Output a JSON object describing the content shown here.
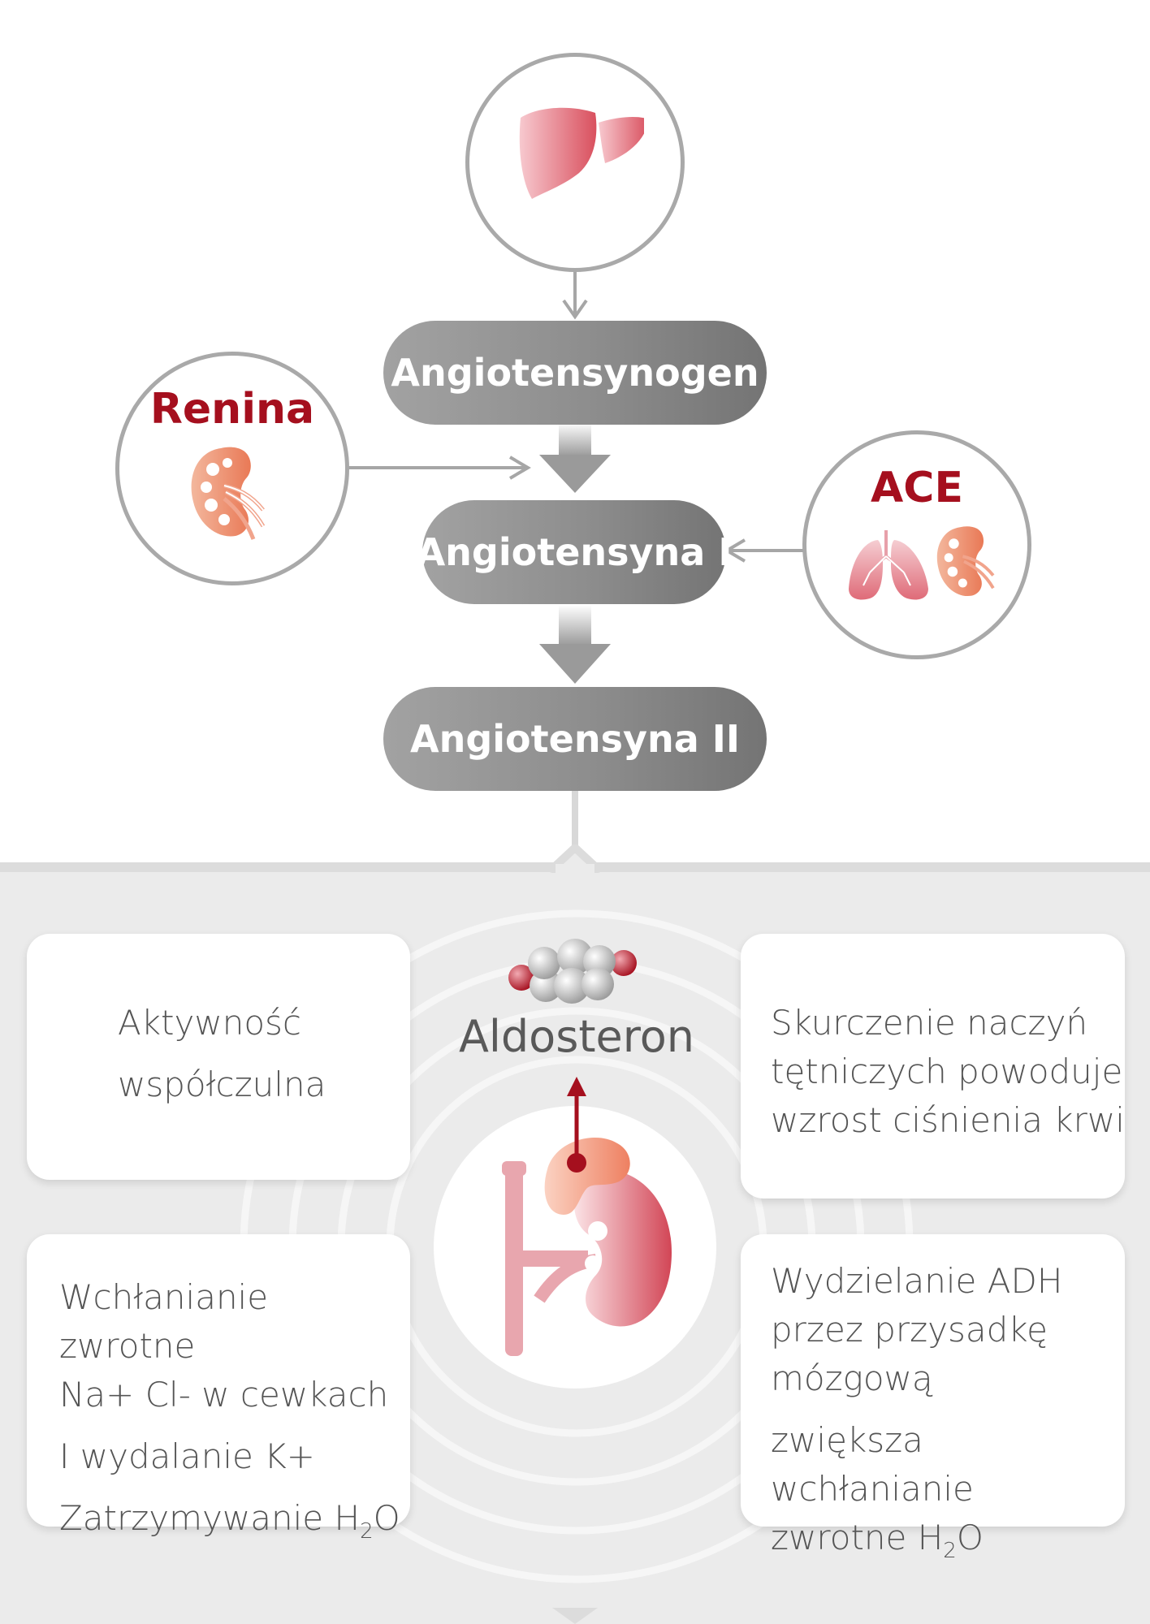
{
  "top_circle": {
    "icon": "liver-icon"
  },
  "renin_circle": {
    "label": "Renina",
    "icon": "kidney-icon"
  },
  "ace_circle": {
    "label": "ACE",
    "icons": [
      "lungs-icon",
      "kidney-icon"
    ]
  },
  "steps": [
    {
      "label": "Angiotensynogen"
    },
    {
      "label": "Angiotensyna I"
    },
    {
      "label": "Angiotensyna II"
    }
  ],
  "aldosterone": {
    "label": "Aldosteron",
    "icon": "molecule-icon",
    "organ_icon": "adrenal-kidney-icon"
  },
  "cards": {
    "top_left": {
      "line1": "Aktywność",
      "line2": "współczulna"
    },
    "bottom_left": {
      "line1": "Wchłanianie zwrotne",
      "line2": "Na+ Cl- w cewkach",
      "line3": "I wydalanie K+",
      "line4_pre": "Zatrzymywanie H",
      "line4_sub": "2",
      "line4_post": "O"
    },
    "top_right": {
      "line1": "Skurczenie naczyń",
      "line2": "tętniczych powoduje",
      "line3": "wzrost ciśnienia krwi"
    },
    "bottom_right": {
      "line1": "Wydzielanie ADH",
      "line2": "przez przysadkę",
      "line3": "mózgową",
      "line4": "zwiększa wchłanianie",
      "line5_pre": "zwrotne H",
      "line5_sub": "2",
      "line5_post": "O"
    }
  },
  "colors": {
    "accent_red": "#a50f1e",
    "pill_gray": "#8d8d8d",
    "circle_border": "#a9a9a9",
    "panel_bg": "#ebebeb"
  }
}
